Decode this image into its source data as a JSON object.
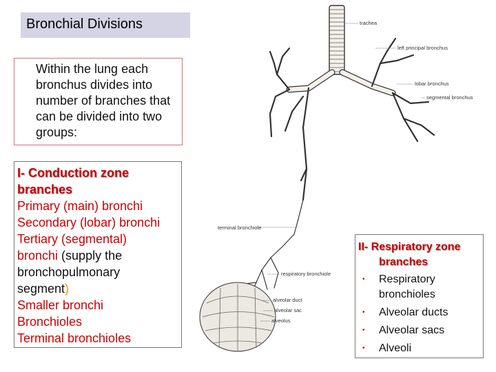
{
  "title": "Bronchial Divisions",
  "intro": "Within the lung each bronchus divides into number of branches that can be divided into two groups:",
  "conduction": {
    "heading_line1": "I- Conduction zone",
    "heading_line2": "branches",
    "lines": {
      "primary": "Primary (main) bronchi",
      "secondary": "Secondary (lobar) bronchi",
      "tertiary_a": "Tertiary (segmental)",
      "tertiary_b_red": "bronchi",
      "tertiary_b_rest": " (supply the",
      "tertiary_c": "bronchopulmonary",
      "tertiary_d": "segment",
      "tertiary_d_paren": ")",
      "smaller": "Smaller bronchi",
      "bronchioles": "Bronchioles",
      "terminal": "Terminal bronchioles"
    }
  },
  "respiratory": {
    "heading_line1": "II- Respiratory zone",
    "heading_line2": "branches",
    "items": [
      "Respiratory bronchioles",
      "Alveolar ducts",
      "Alveolar sacs",
      "Alveoli"
    ],
    "bullet": "•"
  },
  "diagram_labels": {
    "trachea": "trachea",
    "left_principal": "left principal bronchus",
    "lobar": "lobar bronchus",
    "segmental": "segmental bronchus",
    "terminal_bronchiole": "terminal bronchiole",
    "respiratory_bronchiole": "respiratory bronchiole",
    "alveolar_duct": "alveolar duct",
    "alveolar_sac": "alveolar sac",
    "alveolus": "alveolus"
  },
  "colors": {
    "title_bg": "#d4d4e4",
    "accent_red": "#cc0000",
    "intro_border": "#d87070",
    "paren_gold": "#d4a000"
  }
}
